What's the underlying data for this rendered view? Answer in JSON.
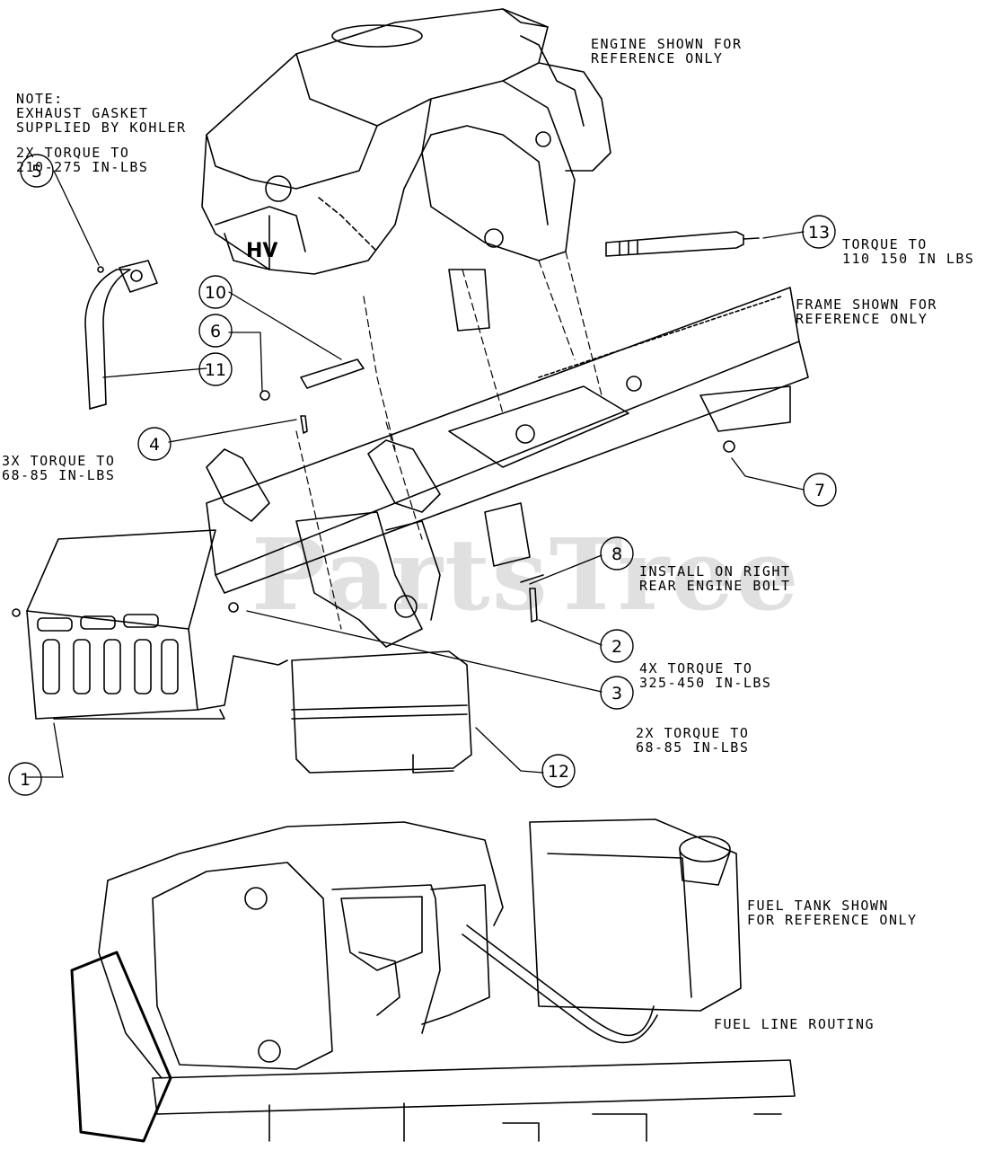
{
  "notes": {
    "engine_ref": [
      "ENGINE SHOWN FOR",
      "REFERENCE ONLY"
    ],
    "exhaust_note": [
      "NOTE:",
      "EXHAUST GASKET",
      "SUPPLIED BY KOHLER"
    ],
    "torque_5": [
      "2X TORQUE TO",
      "210-275 IN-LBS"
    ],
    "torque_13": [
      "TORQUE TO",
      "110 150 IN LBS"
    ],
    "frame_ref": [
      "FRAME SHOWN FOR",
      "REFERENCE ONLY"
    ],
    "torque_4": [
      "3X TORQUE TO",
      "68-85 IN-LBS"
    ],
    "install_8": [
      "INSTALL ON RIGHT",
      "REAR ENGINE BOLT"
    ],
    "torque_2": [
      "4X TORQUE TO",
      "325-450 IN-LBS"
    ],
    "torque_3": [
      "2X TORQUE TO",
      "68-85 IN-LBS"
    ],
    "fuel_tank_ref": [
      "FUEL TANK SHOWN",
      "FOR REFERENCE ONLY"
    ],
    "fuel_line": "FUEL LINE ROUTING"
  },
  "callouts": {
    "c1": "1",
    "c2": "2",
    "c3": "3",
    "c4": "4",
    "c5": "5",
    "c6": "6",
    "c7": "7",
    "c8": "8",
    "c10": "10",
    "c11": "11",
    "c12": "12",
    "c13": "13"
  },
  "engine_badge": "HV",
  "watermark": "PartsTree"
}
